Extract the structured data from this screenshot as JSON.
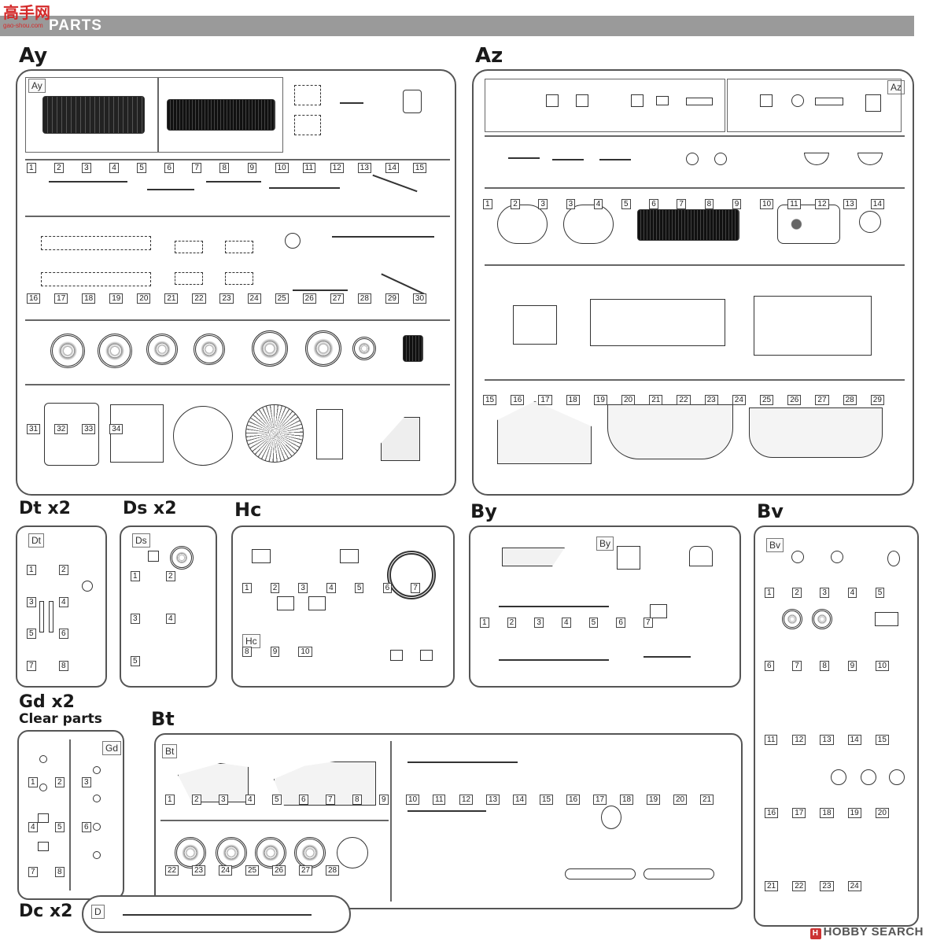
{
  "header": {
    "title": "PARTS"
  },
  "logo": {
    "cn": "高手网",
    "url": "gao-shou.com"
  },
  "watermark": {
    "mark": "H",
    "text": "HOBBY SEARCH"
  },
  "sprues": {
    "ay": {
      "label": "Ay",
      "id": "Ay",
      "numbers": [
        "1",
        "2",
        "3",
        "4",
        "5",
        "6",
        "7",
        "8",
        "9",
        "10",
        "11",
        "12",
        "13",
        "14",
        "15",
        "16",
        "17",
        "18",
        "19",
        "20",
        "21",
        "22",
        "23",
        "24",
        "25",
        "26",
        "27",
        "28",
        "29",
        "30",
        "31",
        "32",
        "33",
        "34"
      ]
    },
    "az": {
      "label": "Az",
      "id": "Az",
      "numbers": [
        "1",
        "2",
        "3",
        "3",
        "4",
        "5",
        "6",
        "7",
        "8",
        "9",
        "10",
        "11",
        "12",
        "13",
        "14",
        "15",
        "16",
        "17",
        "18",
        "19",
        "20",
        "21",
        "22",
        "23",
        "24",
        "25",
        "26",
        "27",
        "28",
        "29"
      ]
    },
    "dt": {
      "label": "Dt x2",
      "id": "Dt",
      "numbers": [
        "1",
        "2",
        "3",
        "4",
        "5",
        "6",
        "7",
        "8"
      ]
    },
    "ds": {
      "label": "Ds x2",
      "id": "Ds",
      "numbers": [
        "1",
        "2",
        "3",
        "4",
        "5"
      ]
    },
    "hc": {
      "label": "Hc",
      "id": "Hc",
      "numbers": [
        "1",
        "2",
        "3",
        "4",
        "5",
        "6",
        "7",
        "8",
        "9",
        "10"
      ]
    },
    "by": {
      "label": "By",
      "id": "By",
      "numbers": [
        "1",
        "2",
        "3",
        "4",
        "5",
        "6",
        "7"
      ]
    },
    "bv": {
      "label": "Bv",
      "id": "Bv",
      "numbers": [
        "1",
        "2",
        "3",
        "4",
        "5",
        "6",
        "7",
        "8",
        "9",
        "10",
        "11",
        "12",
        "13",
        "14",
        "15",
        "16",
        "17",
        "18",
        "19",
        "20",
        "21",
        "22",
        "23",
        "24"
      ]
    },
    "gd": {
      "label": "Gd x2",
      "sublabel": "Clear parts",
      "id": "Gd",
      "numbers": [
        "1",
        "2",
        "3",
        "4",
        "5",
        "6",
        "7",
        "8"
      ]
    },
    "bt": {
      "label": "Bt",
      "id": "Bt",
      "numbers": [
        "1",
        "2",
        "3",
        "4",
        "5",
        "6",
        "7",
        "8",
        "9",
        "10",
        "11",
        "12",
        "13",
        "14",
        "15",
        "16",
        "17",
        "18",
        "19",
        "20",
        "21",
        "22",
        "23",
        "24",
        "25",
        "26",
        "27",
        "28"
      ]
    },
    "dc": {
      "label": "Dc x2",
      "id": "D"
    }
  }
}
